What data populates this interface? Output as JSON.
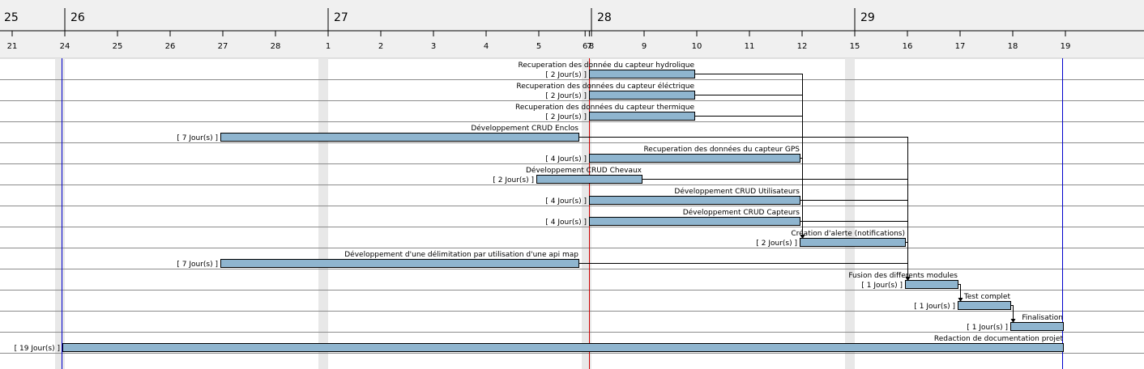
{
  "timeline": {
    "weeks": [
      {
        "label": "25",
        "day": -2
      },
      {
        "label": "26",
        "day": 1
      },
      {
        "label": "27",
        "day": 6
      },
      {
        "label": "28",
        "day": 11
      },
      {
        "label": "29",
        "day": 16
      }
    ],
    "days": [
      {
        "label": "21",
        "day": 0
      },
      {
        "label": "24",
        "day": 1
      },
      {
        "label": "25",
        "day": 2
      },
      {
        "label": "26",
        "day": 3
      },
      {
        "label": "27",
        "day": 4
      },
      {
        "label": "28",
        "day": 5
      },
      {
        "label": "1",
        "day": 6
      },
      {
        "label": "2",
        "day": 7
      },
      {
        "label": "3",
        "day": 8
      },
      {
        "label": "4",
        "day": 9
      },
      {
        "label": "5",
        "day": 10
      },
      {
        "label": "6",
        "day": 10.88
      },
      {
        "label": "7",
        "day": 10.96
      },
      {
        "label": "8",
        "day": 11
      },
      {
        "label": "9",
        "day": 12
      },
      {
        "label": "10",
        "day": 13
      },
      {
        "label": "11",
        "day": 14
      },
      {
        "label": "12",
        "day": 15
      },
      {
        "label": "15",
        "day": 16
      },
      {
        "label": "16",
        "day": 17
      },
      {
        "label": "17",
        "day": 18
      },
      {
        "label": "18",
        "day": 19
      },
      {
        "label": "19",
        "day": 20
      }
    ],
    "today_marker_day": 11,
    "project_start_day": 1,
    "project_end_day": 20
  },
  "tasks": [
    {
      "name": "Recuperation des donnée du capteur hydrolique",
      "duration": "[ 2 Jour(s) ]",
      "start": 11,
      "end": 13
    },
    {
      "name": "Recuperation des données du capteur éléctrique",
      "duration": "[ 2 Jour(s) ]",
      "start": 11,
      "end": 13
    },
    {
      "name": "Recuperation des données du capteur thermique",
      "duration": "[ 2 Jour(s) ]",
      "start": 11,
      "end": 13
    },
    {
      "name": "Développement CRUD Enclos",
      "duration": "[ 7 Jour(s) ]",
      "start": 4,
      "end": 10.8
    },
    {
      "name": "Recuperation des données du capteur GPS",
      "duration": "[ 4 Jour(s) ]",
      "start": 11,
      "end": 15
    },
    {
      "name": "Développement CRUD Chevaux",
      "duration": "[ 2 Jour(s) ]",
      "start": 10,
      "end": 12
    },
    {
      "name": "Développement CRUD Utilisateurs",
      "duration": "[ 4 Jour(s) ]",
      "start": 11,
      "end": 15
    },
    {
      "name": "Développement CRUD Capteurs",
      "duration": "[ 4 Jour(s) ]",
      "start": 11,
      "end": 15
    },
    {
      "name": "Création d'alerte (notifications)",
      "duration": "[ 2 Jour(s) ]",
      "start": 15,
      "end": 17
    },
    {
      "name": "Développement d'une délimitation par utilisation d'une api map",
      "duration": "[ 7 Jour(s) ]",
      "start": 4,
      "end": 10.8
    },
    {
      "name": "Fusion des differents modules",
      "duration": "[ 1 Jour(s) ]",
      "start": 17,
      "end": 18
    },
    {
      "name": "Test complet",
      "duration": "[ 1 Jour(s) ]",
      "start": 18,
      "end": 19
    },
    {
      "name": "Finalisation",
      "duration": "[ 1 Jour(s) ]",
      "start": 19,
      "end": 20
    },
    {
      "name": "Redaction de documentation projet",
      "duration": "[ 19 Jour(s) ]",
      "start": 1,
      "end": 20
    }
  ],
  "dependencies": [
    {
      "from": 0,
      "to": 8
    },
    {
      "from": 1,
      "to": 8
    },
    {
      "from": 2,
      "to": 8
    },
    {
      "from": 4,
      "to": 8
    },
    {
      "from": 3,
      "to": 10
    },
    {
      "from": 5,
      "to": 10
    },
    {
      "from": 6,
      "to": 10
    },
    {
      "from": 7,
      "to": 10
    },
    {
      "from": 8,
      "to": 10
    },
    {
      "from": 9,
      "to": 10
    },
    {
      "from": 10,
      "to": 11
    },
    {
      "from": 11,
      "to": 12
    }
  ],
  "weekend_days": [
    1,
    6,
    11,
    16
  ],
  "colors": {
    "bar_fill": "#8fb5cf",
    "bar_border": "#000000",
    "header_bg": "#f0f0f0",
    "row_line": "#8c8c8c",
    "weekend_band": "#e8e8e8",
    "today_line": "#cc0000",
    "project_line": "#0000cc"
  }
}
